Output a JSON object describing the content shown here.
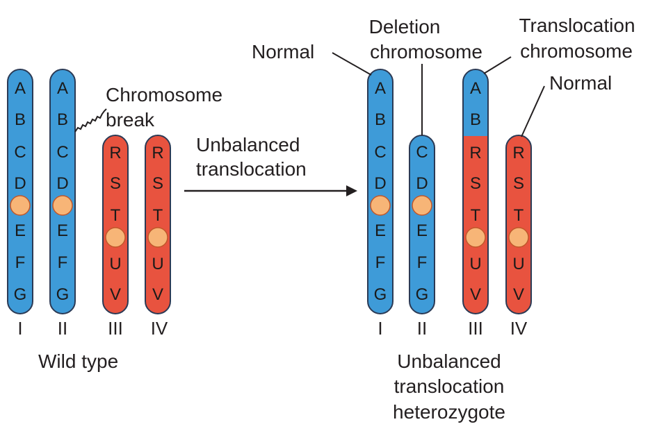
{
  "colors": {
    "blue": "#3e9bd8",
    "red": "#e8533f",
    "centromere": "#f7b577",
    "outline": "#2b3a55",
    "text": "#231f20"
  },
  "labels": {
    "chromosome_break": [
      "Chromosome",
      "break"
    ],
    "unbalanced_translocation": [
      "Unbalanced",
      "translocation"
    ],
    "normal_left": "Normal",
    "deletion": [
      "Deletion",
      "chromosome"
    ],
    "translocation": [
      "Translocation",
      "chromosome"
    ],
    "normal_right": "Normal",
    "wild_type": "Wild type",
    "heterozygote": [
      "Unbalanced",
      "translocation",
      "heterozygote"
    ]
  },
  "wild_type": [
    {
      "roman": "I",
      "genes": [
        "A",
        "B",
        "C",
        "D",
        "E",
        "F",
        "G"
      ]
    },
    {
      "roman": "II",
      "genes": [
        "A",
        "B",
        "C",
        "D",
        "E",
        "F",
        "G"
      ]
    },
    {
      "roman": "III",
      "genes": [
        "R",
        "S",
        "T",
        "U",
        "V"
      ]
    },
    {
      "roman": "IV",
      "genes": [
        "R",
        "S",
        "T",
        "U",
        "V"
      ]
    }
  ],
  "heterozygote": [
    {
      "roman": "I",
      "genes": [
        "A",
        "B",
        "C",
        "D",
        "E",
        "F",
        "G"
      ]
    },
    {
      "roman": "II",
      "genes": [
        "C",
        "D",
        "E",
        "F",
        "G"
      ]
    },
    {
      "roman": "III",
      "genes": [
        "A",
        "B",
        "R",
        "S",
        "T",
        "U",
        "V"
      ]
    },
    {
      "roman": "IV",
      "genes": [
        "R",
        "S",
        "T",
        "U",
        "V"
      ]
    }
  ]
}
